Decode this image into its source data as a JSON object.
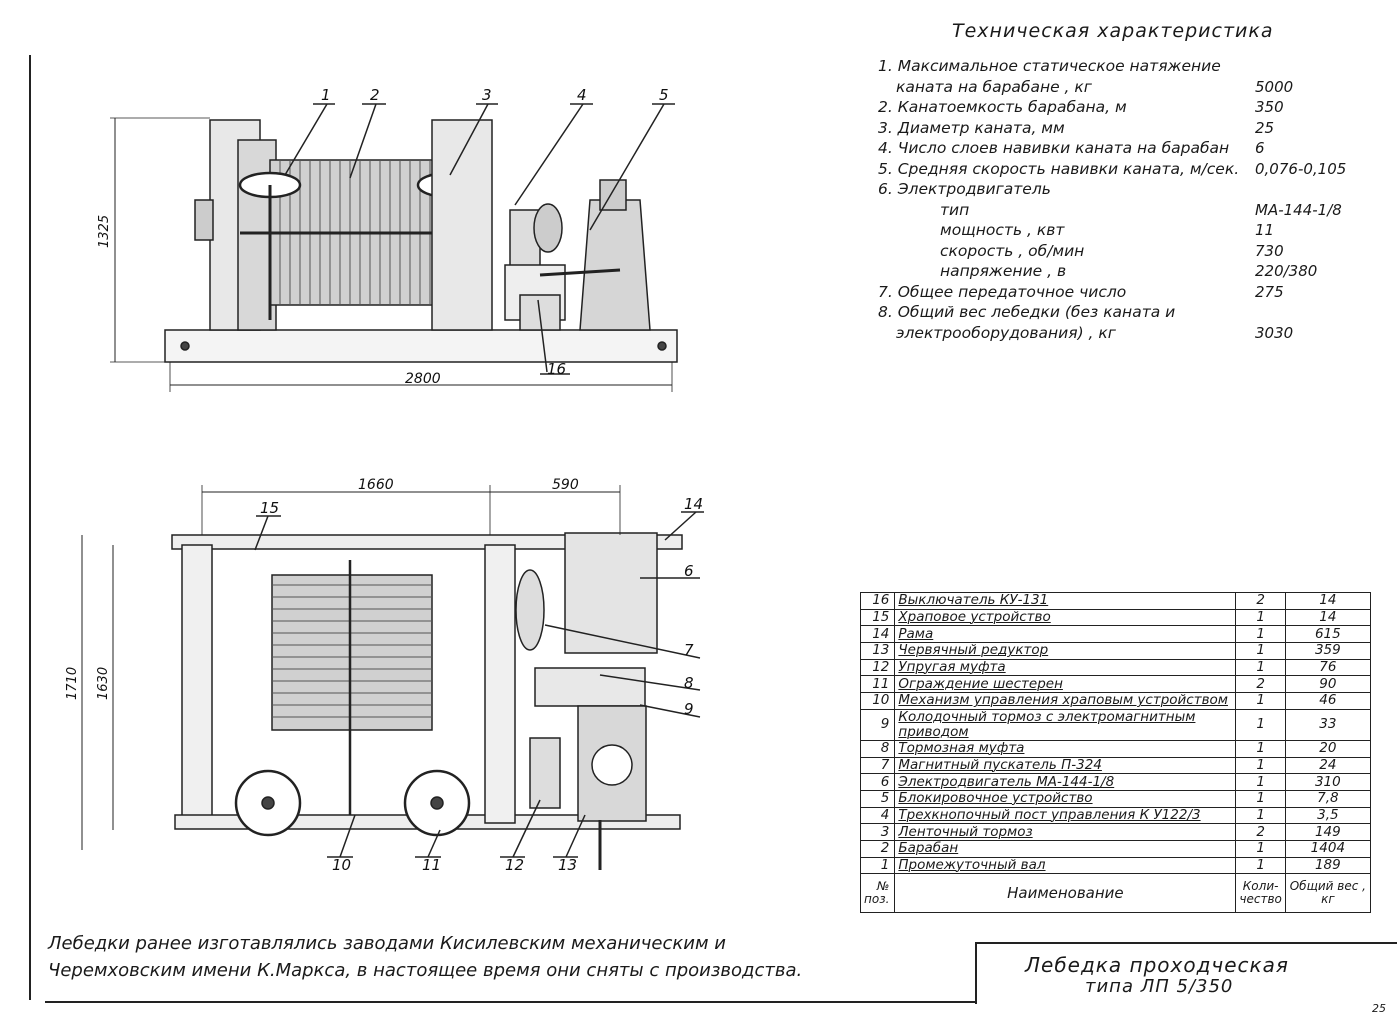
{
  "spec": {
    "title": "Техническая характеристика",
    "lines": [
      {
        "text": "1. Максимальное статическое натяжение",
        "value": ""
      },
      {
        "text": "каната на барабане , кг",
        "value": "5000"
      },
      {
        "text": "2. Канатоемкость барабана, м",
        "value": "350"
      },
      {
        "text": "3. Диаметр каната, мм",
        "value": "25"
      },
      {
        "text": "4. Число слоев навивки каната на барабан",
        "value": "6"
      },
      {
        "text": "5. Средняя скорость навивки каната, м/сек.",
        "value": "0,076-0,105"
      },
      {
        "text": "6. Электродвигатель",
        "value": ""
      },
      {
        "text": "тип",
        "value": "МА-144-1/8"
      },
      {
        "text": "мощность , квт",
        "value": "11"
      },
      {
        "text": "скорость , об/мин",
        "value": "730"
      },
      {
        "text": "напряжение , в",
        "value": "220/380"
      },
      {
        "text": "7. Общее передаточное число",
        "value": "275"
      },
      {
        "text": "8. Общий вес лебедки (без каната и",
        "value": ""
      },
      {
        "text": "электрооборудования) , кг",
        "value": "3030"
      }
    ]
  },
  "dims": {
    "side_height": "1325",
    "side_length": "2800",
    "plan_left": "1660",
    "plan_right": "590",
    "plan_outer": "1710",
    "plan_inner": "1630"
  },
  "callouts": {
    "c1": "1",
    "c2": "2",
    "c3": "3",
    "c4": "4",
    "c5": "5",
    "c16": "16",
    "c15": "15",
    "c14": "14",
    "c6": "6",
    "c7": "7",
    "c8": "8",
    "c9": "9",
    "c10": "10",
    "c11": "11",
    "c12": "12",
    "c13": "13"
  },
  "parts": {
    "header": {
      "pos": "№ поз.",
      "name": "Наименование",
      "qty": "Коли-чество",
      "wt": "Общий вес , кг"
    },
    "rows": [
      {
        "pos": "16",
        "name": "Выключатель КУ-131",
        "qty": "2",
        "wt": "14"
      },
      {
        "pos": "15",
        "name": "Храповое устройство",
        "qty": "1",
        "wt": "14"
      },
      {
        "pos": "14",
        "name": "Рама",
        "qty": "1",
        "wt": "615"
      },
      {
        "pos": "13",
        "name": "Червячный редуктор",
        "qty": "1",
        "wt": "359"
      },
      {
        "pos": "12",
        "name": "Упругая муфта",
        "qty": "1",
        "wt": "76"
      },
      {
        "pos": "11",
        "name": "Ограждение шестерен",
        "qty": "2",
        "wt": "90"
      },
      {
        "pos": "10",
        "name": "Механизм управления храповым устройством",
        "qty": "1",
        "wt": "46"
      },
      {
        "pos": "9",
        "name": "Колодочный тормоз с электромагнитным приводом",
        "qty": "1",
        "wt": "33"
      },
      {
        "pos": "8",
        "name": "Тормозная муфта",
        "qty": "1",
        "wt": "20"
      },
      {
        "pos": "7",
        "name": "Магнитный пускатель П-324",
        "qty": "1",
        "wt": "24"
      },
      {
        "pos": "6",
        "name": "Электродвигатель МА-144-1/8",
        "qty": "1",
        "wt": "310"
      },
      {
        "pos": "5",
        "name": "Блокировочное устройство",
        "qty": "1",
        "wt": "7,8"
      },
      {
        "pos": "4",
        "name": "Трехкнопочный пост управления К У122/3",
        "qty": "1",
        "wt": "3,5"
      },
      {
        "pos": "3",
        "name": "Ленточный тормоз",
        "qty": "2",
        "wt": "149"
      },
      {
        "pos": "2",
        "name": "Барабан",
        "qty": "1",
        "wt": "1404"
      },
      {
        "pos": "1",
        "name": "Промежуточный вал",
        "qty": "1",
        "wt": "189"
      }
    ]
  },
  "footer": {
    "note1": "Лебедки ранее изготавлялись заводами Кисилевским механическим и",
    "note2": "Черемховским имени К.Маркса, в настоящее время они сняты с производства.",
    "title1": "Лебедка проходческая",
    "title2": "типа ЛП 5/350",
    "page_mark": "25"
  }
}
